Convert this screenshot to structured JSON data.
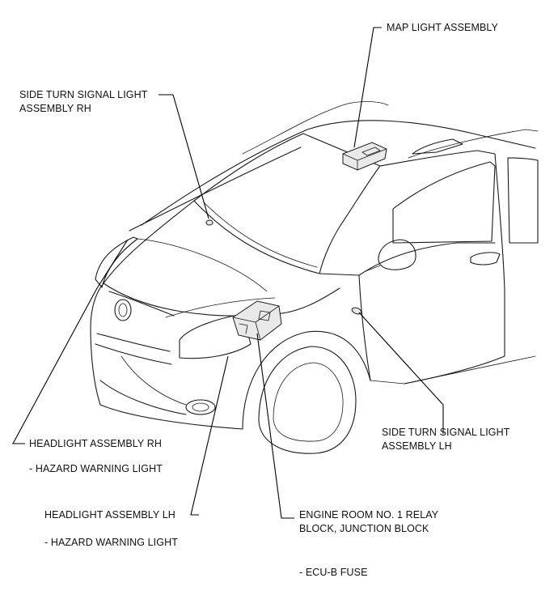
{
  "labels": {
    "map_light": "MAP LIGHT ASSEMBLY",
    "side_turn_rh_line1": "SIDE TURN SIGNAL LIGHT",
    "side_turn_rh_line2": "ASSEMBLY RH",
    "side_turn_lh_line1": "SIDE TURN SIGNAL LIGHT",
    "side_turn_lh_line2": "ASSEMBLY LH",
    "headlight_rh": "HEADLIGHT ASSEMBLY RH",
    "headlight_rh_sub": "- HAZARD WARNING LIGHT",
    "headlight_lh": "HEADLIGHT ASSEMBLY LH",
    "headlight_lh_sub": "- HAZARD WARNING LIGHT",
    "engine_room_line1": "ENGINE ROOM NO. 1 RELAY",
    "engine_room_line2": "BLOCK, JUNCTION BLOCK",
    "engine_room_sub": "- ECU-B FUSE"
  }
}
